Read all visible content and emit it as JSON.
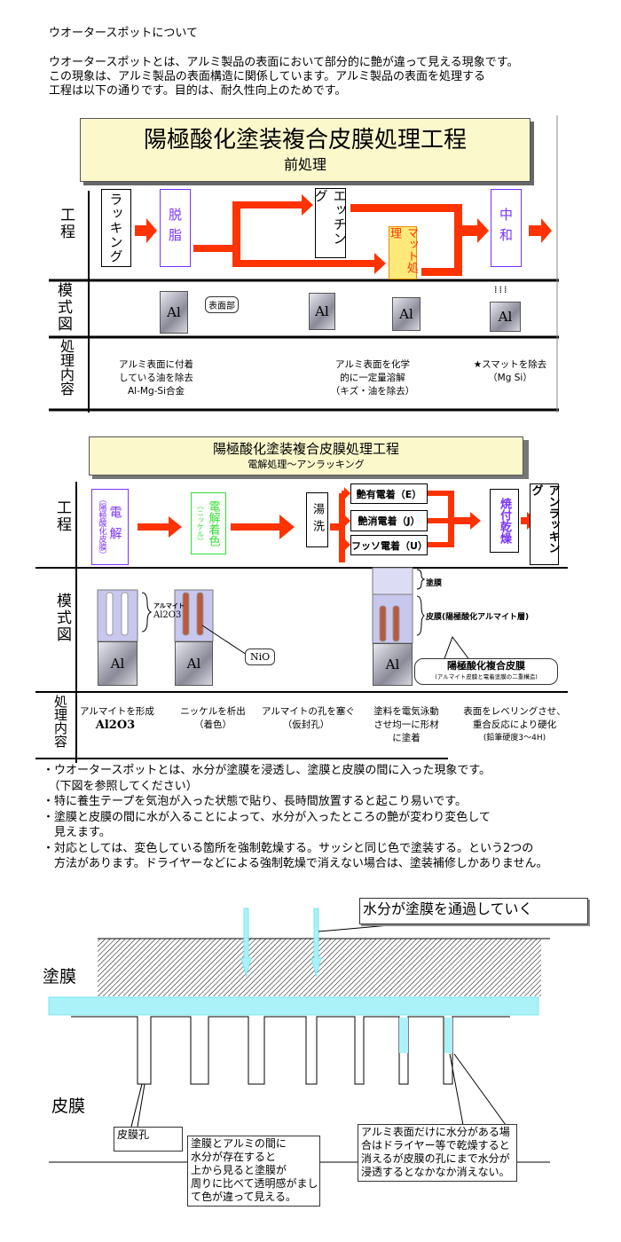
{
  "heading": "ウオータースポットについて",
  "intro": [
    "ウオータースポットとは、アルミ製品の表面において部分的に艶が違って見える現象です。",
    "この現象は、アルミ製品の表面構造に関係しています。アルミ製品の表面を処理する",
    "工程は以下の通りです。目的は、耐久性向上のためです。"
  ],
  "d1": {
    "title": "陽極酸化塗装複合皮膜処理工程",
    "subtitle": "前処理",
    "rows": [
      "工程",
      "模式図",
      "処理内容"
    ],
    "steps": [
      "ラッキング",
      "脱脂",
      "エッチング",
      "マット処理",
      "中和"
    ],
    "cube": "Al",
    "surface_label": "表面部",
    "notes": [
      [
        "アルミ表面に付着",
        "している油を除去",
        "Al-Mg-Si合金"
      ],
      [
        "アルミ表面を化学",
        "的に一定量溶解",
        "（キズ・油を除去）"
      ],
      [
        "★スマットを除去",
        "（Mg Si）"
      ]
    ]
  },
  "d2": {
    "title": "陽極酸化塗装複合皮膜処理工程",
    "subtitle": "電解処理～アンラッキング",
    "rows": [
      "工程",
      "模式図",
      "処理内容"
    ],
    "steps": {
      "s1": "電解",
      "s1sub": "（陽極酸化皮膜）",
      "s2": "電解着色",
      "s2sub": "（ニッケル）",
      "s3": "湯洗",
      "b1": "艶有電着（E）",
      "b2": "艶消電着（J）",
      "b3": "フッソ電着（U）",
      "s4": "焼付乾燥",
      "s5": "アンラッキング"
    },
    "labels": {
      "alumite": "アルマイト",
      "al2o3": "Al2O3",
      "nio": "NiO",
      "paint": "塗膜",
      "film": "皮膜(陽極酸化アルマイト層)",
      "composite": "陽極酸化複合皮膜",
      "composite_sub": "(アルマイト皮膜と電着塗膜の二重構造)",
      "cube": "Al"
    },
    "notes": [
      [
        "アルマイトを形成",
        "Al2O3"
      ],
      [
        "ニッケルを析出",
        "（着色）"
      ],
      [
        "アルマイトの孔を塞ぐ",
        "（仮封孔）"
      ],
      [
        "塗料を電気泳動",
        "させ均一に形材",
        "に塗着"
      ],
      [
        "表面をレベリングさせ、",
        "重合反応により硬化",
        "(鉛筆硬度3～4H)"
      ]
    ]
  },
  "bullets": [
    "・ウオータースポットとは、水分が塗膜を浸透し、塗膜と皮膜の間に入った現象です。",
    "　（下図を参照してください）",
    "・特に養生テープを気泡が入った状態で貼り、長時間放置すると起こり易いです。",
    "・塗膜と皮膜の間に水が入ることによって、水分が入ったところの艶が変わり変色して",
    "　見えます。",
    "・対応としては、変色している箇所を強制乾燥する。サッシと同じ色で塗装する。という2つの",
    "　方法があります。ドライヤーなどによる強制乾燥で消えない場合は、塗装補修しかありません。"
  ],
  "d3": {
    "callout_top": "水分が塗膜を通過していく",
    "paint_label": "塗膜",
    "film_label": "皮膜",
    "pore_label": "皮膜孔",
    "callout_mid": [
      "塗膜とアルミの間に",
      "水分が存在すると",
      "上から見ると塗膜が",
      "周りに比べて透明感がまし",
      "て色が違って見える。"
    ],
    "callout_right": [
      "アルミ表面だけに水分がある場",
      "合はドライヤー等で乾燥すると",
      "消えるが皮膜の孔にまで水分が",
      "浸透するとなかなか消えない。"
    ]
  },
  "colors": {
    "arrow": "#ff3300",
    "purple": "#7a33ff",
    "green": "#33dd33",
    "water": "#aaf2f8",
    "title_bg": "#fbf8cc"
  }
}
